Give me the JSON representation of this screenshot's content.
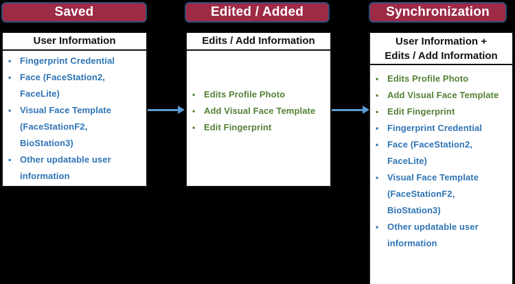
{
  "bullet": "•",
  "colors": {
    "background": "#000000",
    "header_fill": "#9E2B46",
    "header_border": "#2E4C7A",
    "header_text": "#FFFFFF",
    "box_fill": "#FFFFFF",
    "box_border": "#121212",
    "title_text": "#121212",
    "blue_item_text": "#2E74B5",
    "green_item_text": "#538135",
    "arrow": "#5B9BD5"
  },
  "columns": [
    {
      "header": "Saved",
      "box_title": "User Information",
      "blue_items": [
        "Fingerprint Credential",
        "Face (FaceStation2,\nFaceLite)",
        "Visual Face Template\n(FaceStationF2,\nBioStation3)",
        "Other updatable user\ninformation"
      ]
    },
    {
      "header": "Edited / Added",
      "box_title": "Edits / Add Information",
      "green_items": [
        "Edits Profile Photo",
        "Add Visual Face Template",
        "Edit Fingerprint"
      ]
    },
    {
      "header": "Synchronization",
      "box_title": "User Information +\nEdits / Add Information",
      "green_items": [
        "Edits Profile Photo",
        "Add Visual Face Template",
        "Edit Fingerprint"
      ],
      "blue_items": [
        "Fingerprint Credential",
        "Face (FaceStation2,\nFaceLite)",
        "Visual Face Template\n(FaceStationF2,\nBioStation3)",
        "Other updatable user\ninformation"
      ]
    }
  ]
}
